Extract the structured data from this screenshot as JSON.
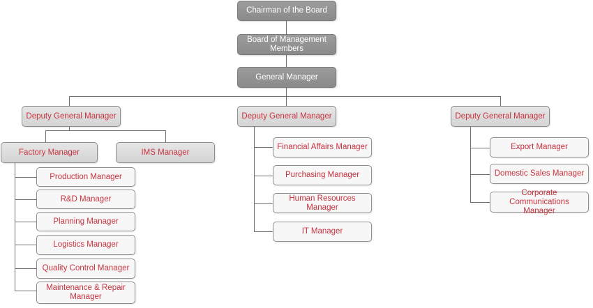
{
  "org_chart": {
    "chairman": "Chairman of the Board",
    "board_members": "Board of Management Members",
    "general_manager": "General Manager",
    "deputy_left": "Deputy General Manager",
    "deputy_center": "Deputy General Manager",
    "deputy_right": "Deputy General Manager",
    "factory_manager": "Factory Manager",
    "ims_manager": "IMS Manager",
    "factory_reports": [
      "Production Manager",
      "R&D Manager",
      "Planning Manager",
      "Logistics Manager",
      "Quality Control Manager",
      "Maintenance & Repair Manager"
    ],
    "center_reports": [
      "Financial Affairs Manager",
      "Purchasing Manager",
      "Human Resources Manager",
      "IT Manager"
    ],
    "right_reports": [
      "Export Manager",
      "Domestic Sales Manager",
      "Corporate Communications Manager"
    ]
  },
  "colors": {
    "text_red": "#c7333f",
    "dark_box": "#8f8f8f",
    "mid_box": "#dcdcdc",
    "light_box": "#f7f7f7",
    "connector": "#6f6f6f"
  }
}
